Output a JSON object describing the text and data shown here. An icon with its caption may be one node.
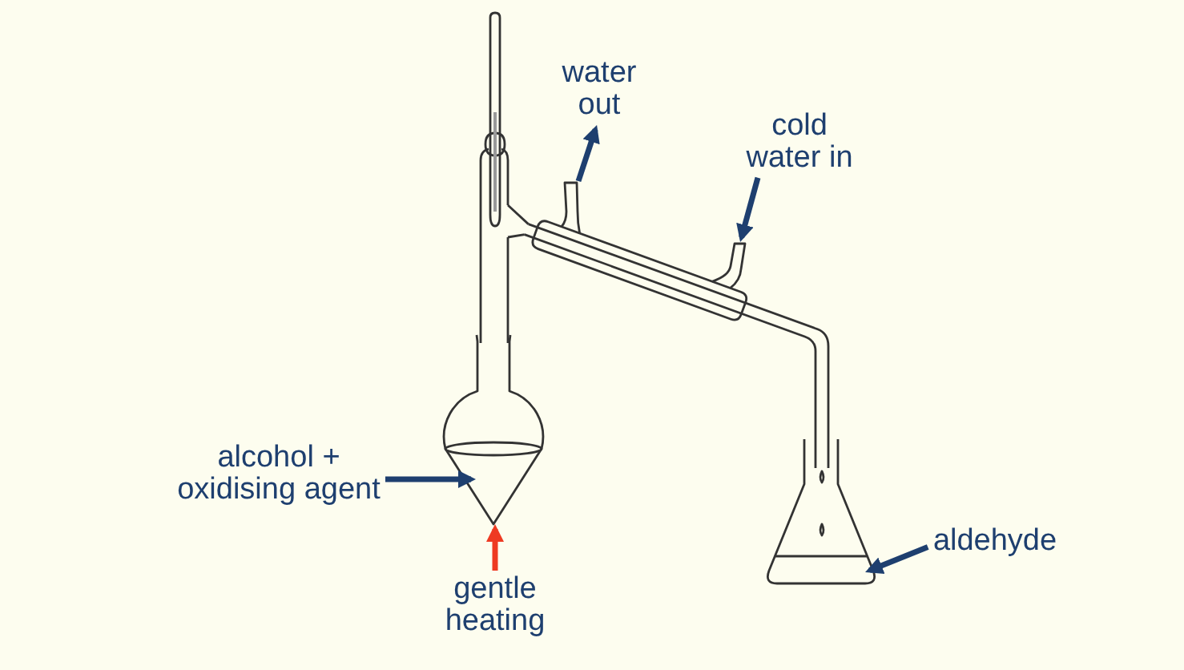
{
  "diagram": {
    "nodes": [
      {
        "text": [
          "water out"
        ]
      },
      {
        "text": [
          "cold water in"
        ]
      },
      {
        "text": [
          "alcohol + oxidising agent"
        ]
      },
      {
        "text": [
          "gentle heating"
        ]
      },
      {
        "text": [
          "aldehyde"
        ]
      }
    ],
    "edges": [
      {
        "from": null,
        "to": 0,
        "arrow": "to"
      },
      {
        "from": 1,
        "to": null,
        "arrow": "to"
      },
      {
        "from": 2,
        "to": null,
        "arrow": "to"
      },
      {
        "from": 3,
        "to": null,
        "arrow": "to",
        "color": "#ee3a22"
      },
      {
        "from": 4,
        "to": null,
        "arrow": "to"
      }
    ]
  }
}
